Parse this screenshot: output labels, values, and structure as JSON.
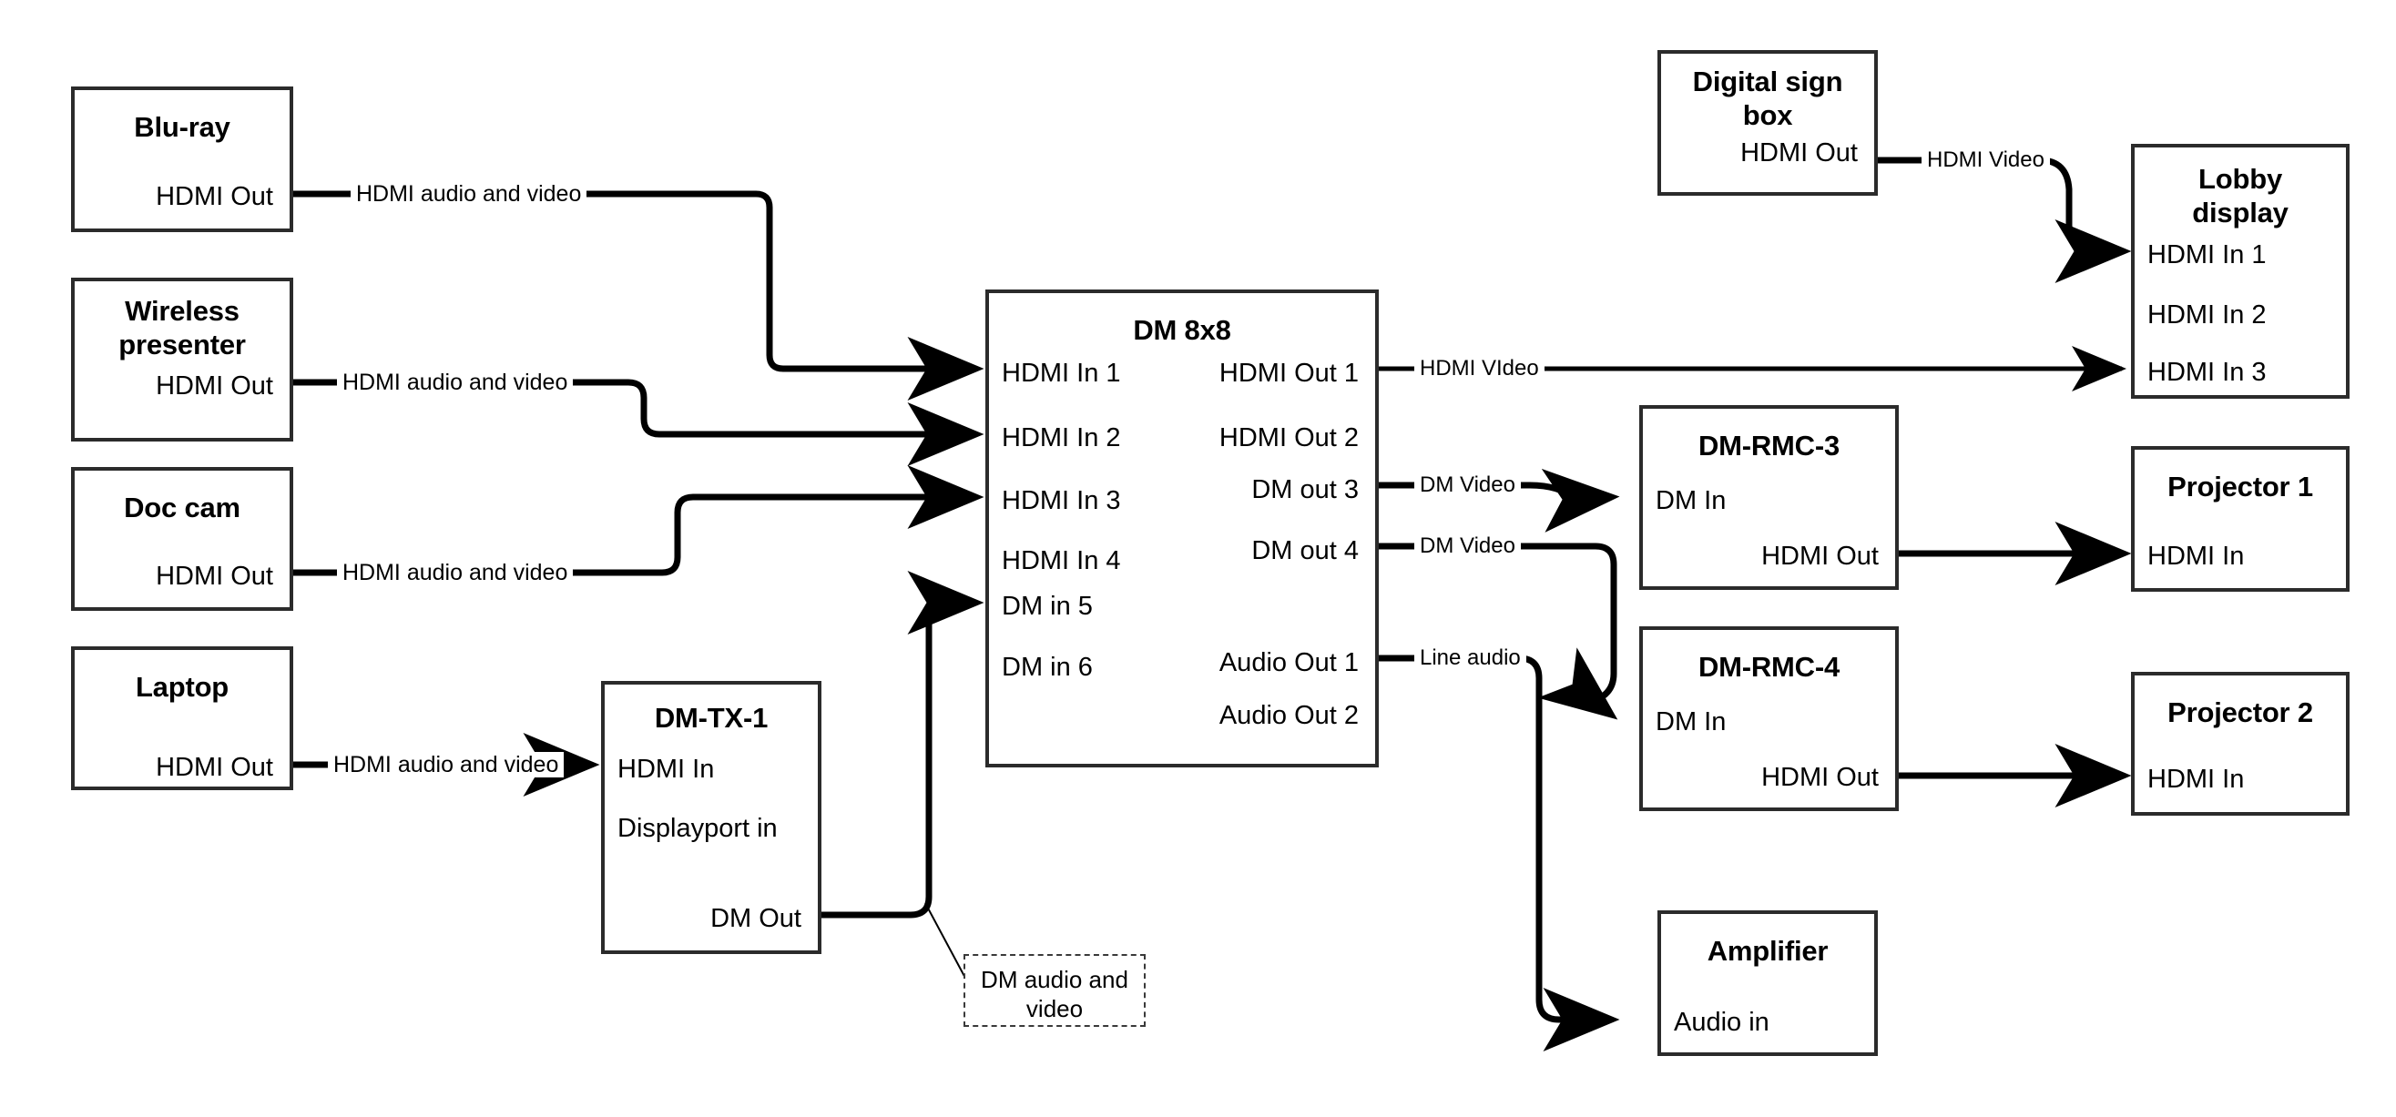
{
  "diagram": {
    "title": "AV signal flow diagram",
    "stroke_color": "#2b2b2b",
    "background_color": "#ffffff"
  },
  "nodes": [
    {
      "id": "blu-ray",
      "title": "Blu-ray",
      "ports": [
        {
          "label": "HDMI Out",
          "side": "right"
        }
      ]
    },
    {
      "id": "wireless-presenter",
      "title": "Wireless presenter",
      "title_line1": "Wireless",
      "title_line2": "presenter",
      "ports": [
        {
          "label": "HDMI Out",
          "side": "right"
        }
      ]
    },
    {
      "id": "doc-cam",
      "title": "Doc cam",
      "ports": [
        {
          "label": "HDMI Out",
          "side": "right"
        }
      ]
    },
    {
      "id": "laptop",
      "title": "Laptop",
      "ports": [
        {
          "label": "HDMI Out",
          "side": "right"
        }
      ]
    },
    {
      "id": "dm-tx-1",
      "title": "DM-TX-1",
      "ports": [
        {
          "label": "HDMI In",
          "side": "left"
        },
        {
          "label": "Displayport in",
          "side": "left"
        },
        {
          "label": "DM Out",
          "side": "right"
        }
      ]
    },
    {
      "id": "dm-8x8",
      "title": "DM 8x8",
      "inputs": [
        "HDMI In 1",
        "HDMI In 2",
        "HDMI In 3",
        "HDMI In 4",
        "DM in 5",
        "DM in 6"
      ],
      "outputs": [
        "HDMI Out 1",
        "HDMI Out 2",
        "DM out 3",
        "DM out 4",
        "Audio Out 1",
        "Audio Out 2"
      ]
    },
    {
      "id": "digital-sign-box",
      "title": "Digital sign box",
      "title_line1": "Digital sign",
      "title_line2": "box",
      "ports": [
        {
          "label": "HDMI Out",
          "side": "right"
        }
      ]
    },
    {
      "id": "lobby-display",
      "title": "Lobby display",
      "title_line1": "Lobby",
      "title_line2": "display",
      "ports": [
        {
          "label": "HDMI In 1",
          "side": "left"
        },
        {
          "label": "HDMI In 2",
          "side": "left"
        },
        {
          "label": "HDMI In 3",
          "side": "left"
        }
      ]
    },
    {
      "id": "dm-rmc-3",
      "title": "DM-RMC-3",
      "ports": [
        {
          "label": "DM In",
          "side": "left"
        },
        {
          "label": "HDMI Out",
          "side": "right"
        }
      ]
    },
    {
      "id": "dm-rmc-4",
      "title": "DM-RMC-4",
      "ports": [
        {
          "label": "DM In",
          "side": "left"
        },
        {
          "label": "HDMI Out",
          "side": "right"
        }
      ]
    },
    {
      "id": "projector-1",
      "title": "Projector 1",
      "ports": [
        {
          "label": "HDMI In",
          "side": "left"
        }
      ]
    },
    {
      "id": "projector-2",
      "title": "Projector 2",
      "ports": [
        {
          "label": "HDMI In",
          "side": "left"
        }
      ]
    },
    {
      "id": "amplifier",
      "title": "Amplifier",
      "ports": [
        {
          "label": "Audio in",
          "side": "left"
        }
      ]
    },
    {
      "id": "dm-audio-video-note",
      "note_line1": "DM audio and",
      "note_line2": "video",
      "note": "DM audio and video"
    }
  ],
  "connections": [
    {
      "id": "bluray-to-in1",
      "label": "HDMI audio and video",
      "from": "blu-ray / HDMI Out",
      "to": "dm-8x8 / HDMI In 1"
    },
    {
      "id": "wireless-to-in2",
      "label": "HDMI audio and video",
      "from": "wireless-presenter / HDMI Out",
      "to": "dm-8x8 / HDMI In 2"
    },
    {
      "id": "doccam-to-in3",
      "label": "HDMI audio and video",
      "from": "doc-cam / HDMI Out",
      "to": "dm-8x8 / HDMI In 3"
    },
    {
      "id": "laptop-to-tx",
      "label": "HDMI audio and video",
      "from": "laptop / HDMI Out",
      "to": "dm-tx-1 / HDMI In"
    },
    {
      "id": "tx-to-in5",
      "label": "DM audio and video",
      "from": "dm-tx-1 / DM Out",
      "to": "dm-8x8 / DM in 5"
    },
    {
      "id": "out1-to-lobby-in3",
      "label": "HDMI VIdeo",
      "from": "dm-8x8 / HDMI Out 1",
      "to": "lobby-display / HDMI In 3"
    },
    {
      "id": "out3-to-rmc3",
      "label": "DM Video",
      "from": "dm-8x8 / DM out 3",
      "to": "dm-rmc-3 / DM In"
    },
    {
      "id": "out4-to-rmc4",
      "label": "DM Video",
      "from": "dm-8x8 / DM out 4",
      "to": "dm-rmc-4 / DM In"
    },
    {
      "id": "audio1-to-amp",
      "label": "Line audio",
      "from": "dm-8x8 / Audio Out 1",
      "to": "amplifier / Audio in"
    },
    {
      "id": "sign-to-lobby-in1",
      "label": "HDMI Video",
      "from": "digital-sign-box / HDMI Out",
      "to": "lobby-display / HDMI In 1"
    },
    {
      "id": "rmc3-to-proj1",
      "label": "",
      "from": "dm-rmc-3 / HDMI Out",
      "to": "projector-1 / HDMI In"
    },
    {
      "id": "rmc4-to-proj2",
      "label": "",
      "from": "dm-rmc-4 / HDMI Out",
      "to": "projector-2 / HDMI In"
    }
  ]
}
